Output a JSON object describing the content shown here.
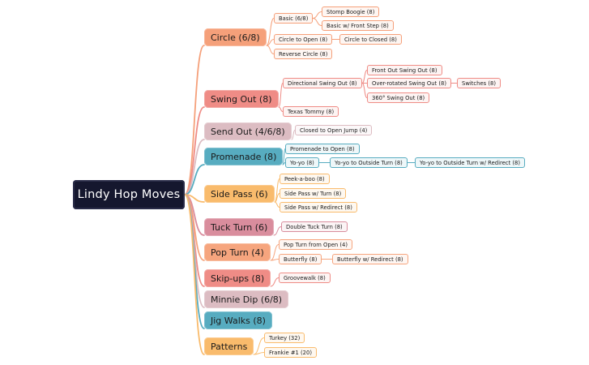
{
  "title": "Lindy Hop Moves",
  "colors": {
    "circle": "#f5a07a",
    "swing_out": "#ef8c86",
    "send_out": "#dcbcc2",
    "promenade": "#57acc0",
    "side_pass": "#f9bb6c",
    "tuck_turn": "#d98d9d",
    "pop_turn": "#f6a57e",
    "skip_ups": "#ef8c86",
    "minnie_dip": "#dcbcc2",
    "jig_walks": "#57acc0",
    "patterns": "#f9bb6c"
  },
  "branches": {
    "circle": {
      "label": "Circle (6/8)",
      "children": {
        "basic": {
          "label": "Basic (6/8)",
          "children": {
            "stomp_boogie": "Stomp Boogie (8)",
            "basic_front_step": "Basic w/ Front Step (8)"
          }
        },
        "circle_to_open": {
          "label": "Circle to Open (8)",
          "children": {
            "circle_to_closed": "Circle to Closed (8)"
          }
        },
        "reverse_circle": {
          "label": "Reverse Circle (8)"
        }
      }
    },
    "swing_out": {
      "label": "Swing Out (8)",
      "children": {
        "directional": {
          "label": "Directional Swing Out (8)",
          "children": {
            "front_out": "Front Out Swing Out (8)",
            "over_rotated": {
              "label": "Over-rotated Swing Out (8)",
              "children": {
                "switches": "Switches (8)"
              }
            },
            "swing_360": "360° Swing Out (8)"
          }
        },
        "texas_tommy": {
          "label": "Texas Tommy (8)"
        }
      }
    },
    "send_out": {
      "label": "Send Out (4/6/8)",
      "children": {
        "closed_to_open_jump": {
          "label": "Closed to Open Jump (4)"
        }
      }
    },
    "promenade": {
      "label": "Promenade (8)",
      "children": {
        "promenade_to_open": {
          "label": "Promenade to Open (8)"
        },
        "yoyo": {
          "label": "Yo-yo (8)",
          "children": {
            "yoyo_outside": {
              "label": "Yo-yo to Outside Turn (8)",
              "children": {
                "yoyo_outside_redirect": "Yo-yo to Outside Turn w/ Redirect (8)"
              }
            }
          }
        }
      }
    },
    "side_pass": {
      "label": "Side Pass (6)",
      "children": {
        "peek": {
          "label": "Peek-a-boo (8)"
        },
        "sp_turn": {
          "label": "Side Pass w/ Turn (8)"
        },
        "sp_redirect": {
          "label": "Side Pass w/ Redirect (8)"
        }
      }
    },
    "tuck_turn": {
      "label": "Tuck Turn (6)",
      "children": {
        "double_tuck": {
          "label": "Double Tuck Turn (8)"
        }
      }
    },
    "pop_turn": {
      "label": "Pop Turn (4)",
      "children": {
        "pop_from_open": {
          "label": "Pop Turn from Open (4)"
        },
        "butterfly": {
          "label": "Butterfly (8)",
          "children": {
            "butterfly_redirect": "Butterfly w/ Redirect (8)"
          }
        }
      }
    },
    "skip_ups": {
      "label": "Skip-ups (8)",
      "children": {
        "groovewalk": {
          "label": "Groovewalk (8)"
        }
      }
    },
    "minnie_dip": {
      "label": "Minnie Dip (6/8)"
    },
    "jig_walks": {
      "label": "Jig Walks (8)"
    },
    "patterns": {
      "label": "Patterns",
      "children": {
        "turkey": {
          "label": "Turkey (32)"
        },
        "frankie": {
          "label": "Frankie #1 (20)"
        }
      }
    }
  }
}
